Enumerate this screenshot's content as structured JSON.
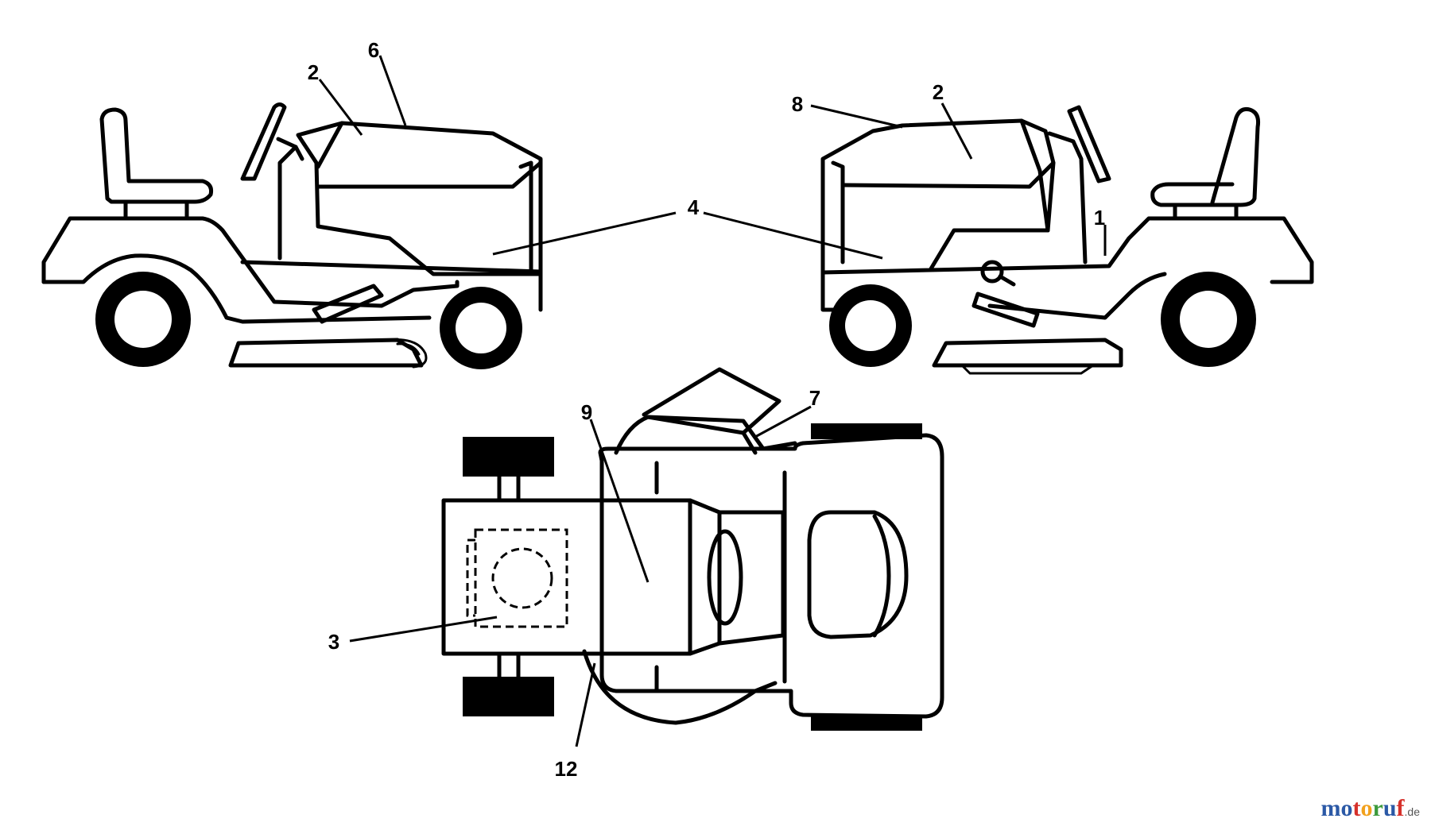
{
  "callouts": {
    "c1": "1",
    "c2_left": "2",
    "c2_right": "2",
    "c3": "3",
    "c4": "4",
    "c6": "6",
    "c7": "7",
    "c8": "8",
    "c9": "9",
    "c12": "12"
  },
  "watermark": {
    "letters": [
      "m",
      "o",
      "t",
      "o",
      "r",
      "u",
      "f"
    ],
    "colors": [
      "#2b59a6",
      "#2b59a6",
      "#d6312b",
      "#f2a11d",
      "#3c9a3c",
      "#2b59a6",
      "#d6312b"
    ],
    "suffix": ".de"
  }
}
